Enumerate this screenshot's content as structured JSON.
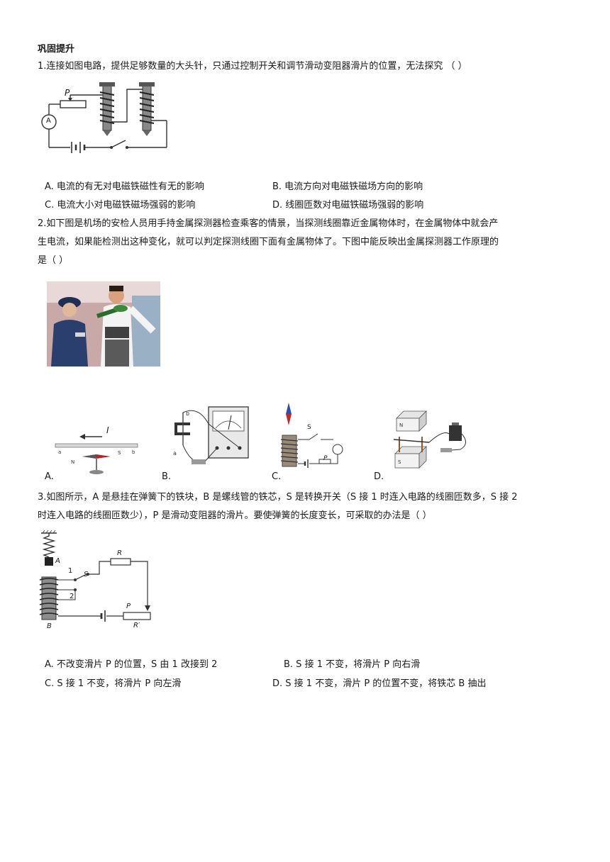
{
  "section_title": "巩固提升",
  "q1": {
    "stem": "1.连接如图电路，提供足够数量的大头针，只通过控制开关和调节滑动变阻器滑片的位置，无法探究 （    ）",
    "fig_labels": {
      "p": "P",
      "a": "A"
    },
    "options": {
      "a": "A. 电流的有无对电磁铁磁性有无的影响",
      "b": "B. 电流方向对电磁铁磁场方向的影响",
      "c": "C. 电流大小对电磁铁磁场强弱的影响",
      "d": "D. 线圈匝数对电磁铁磁场强弱的影响"
    }
  },
  "q2": {
    "stem_line1": "2.如下图是机场的安检人员用手持金属探测器检查乘客的情景，当探测线圈靠近金属物体时，在金属物体中就会产",
    "stem_line2": "生电流，如果能检测出这种变化，就可以判定探测线圈下面有金属物体了。下图中能反映出金属探测器工作原理的",
    "stem_line3": "是（    ）",
    "options": {
      "a": "A.",
      "b": "B.",
      "c": "C.",
      "d": "D."
    },
    "fig_a_current": "I",
    "fig_c_switch": "S",
    "fig_c_slider": "P"
  },
  "q3": {
    "stem_line1": "3.如图所示，A 是悬挂在弹簧下的铁块，B 是螺线管的铁芯，S 是转换开关（S 接 1 时连入电路的线圈匝数多，S 接 2",
    "stem_line2": "时连入电路的线圈匝数少），P 是滑动变阻器的滑片。要使弹簧的长度变长，可采取的办法是（    ）",
    "fig_labels": {
      "a": "A",
      "b": "B",
      "s": "S",
      "r": "R",
      "p": "P",
      "r2": "R′",
      "one": "1",
      "two": "2"
    },
    "options": {
      "a": "A. 不改变滑片 P 的位置，S 由 1 改接到 2",
      "b": "B. S 接 1 不变，将滑片 P 向右滑",
      "c": "C. S 接 1 不变，将滑片 P 向左滑",
      "d": "D. S 接 1 不变，滑片 P 的位置不变，将铁芯 B 抽出"
    }
  }
}
